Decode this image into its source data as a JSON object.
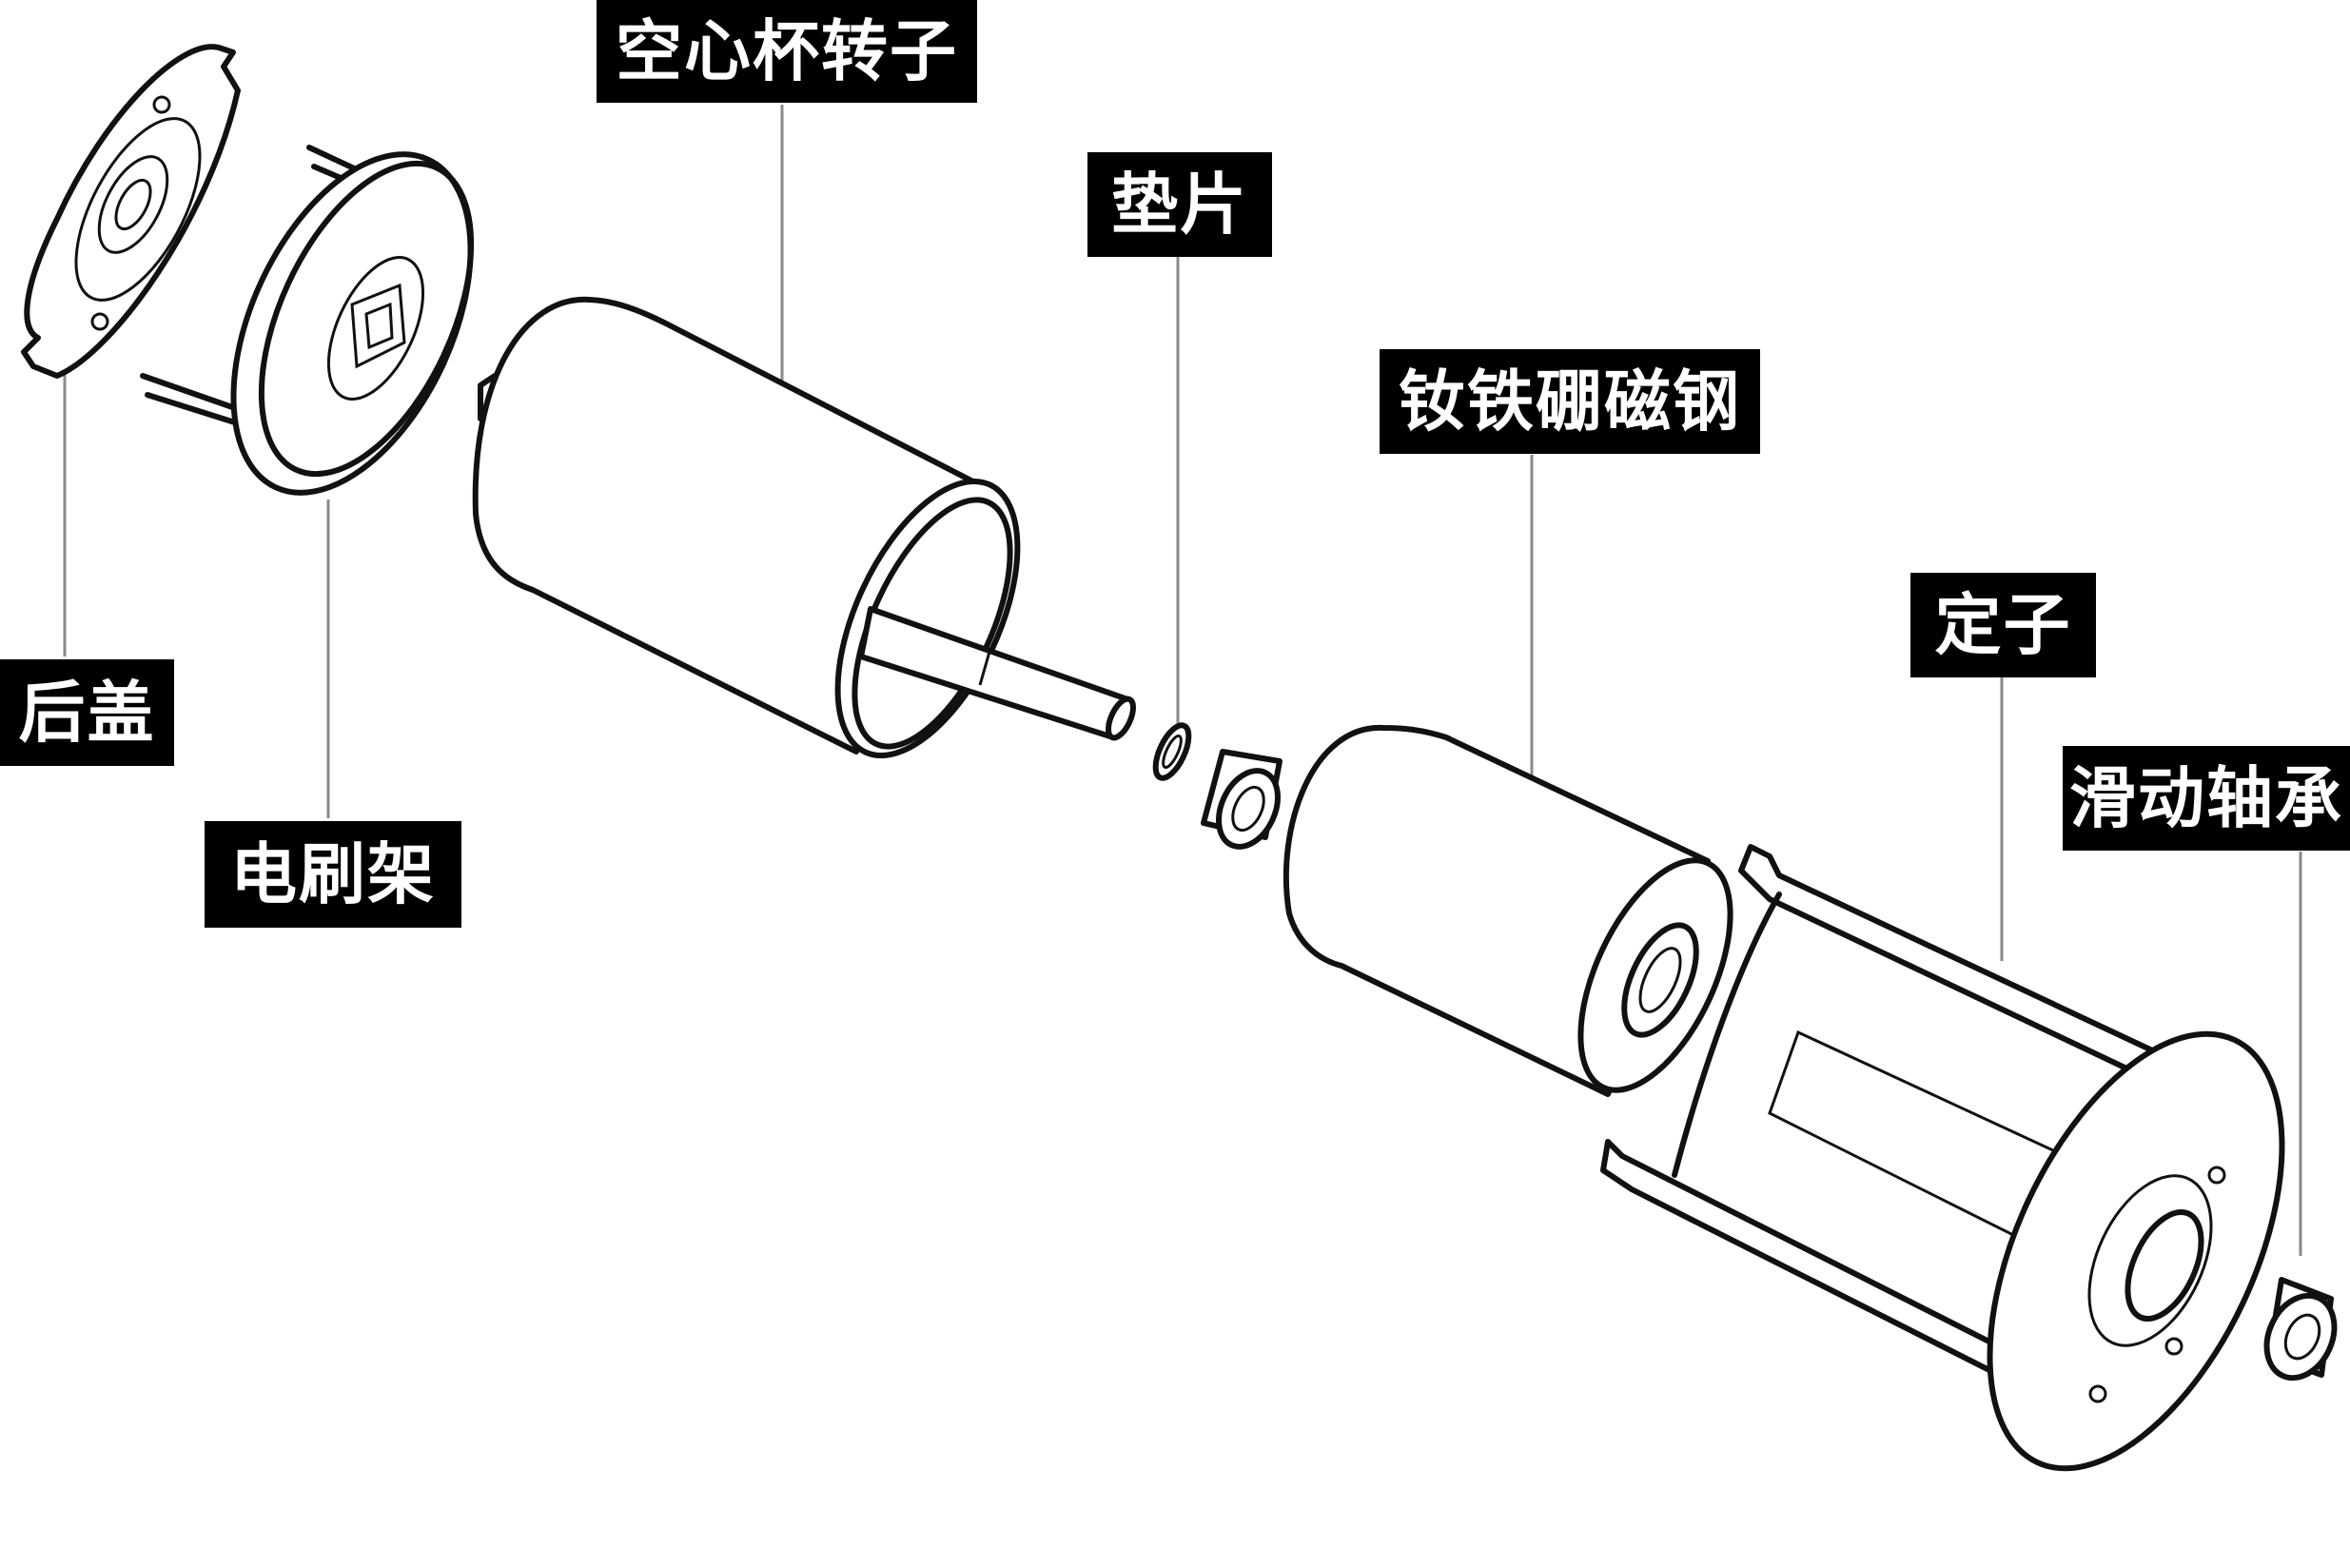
{
  "labels": {
    "rear_cover": "后盖",
    "brush_holder": "电刷架",
    "coreless_rotor": "空心杯转子",
    "washer": "垫片",
    "ndfeb_magnet": "钕铁硼磁钢",
    "stator": "定子",
    "sliding_bearing": "滑动轴承"
  }
}
